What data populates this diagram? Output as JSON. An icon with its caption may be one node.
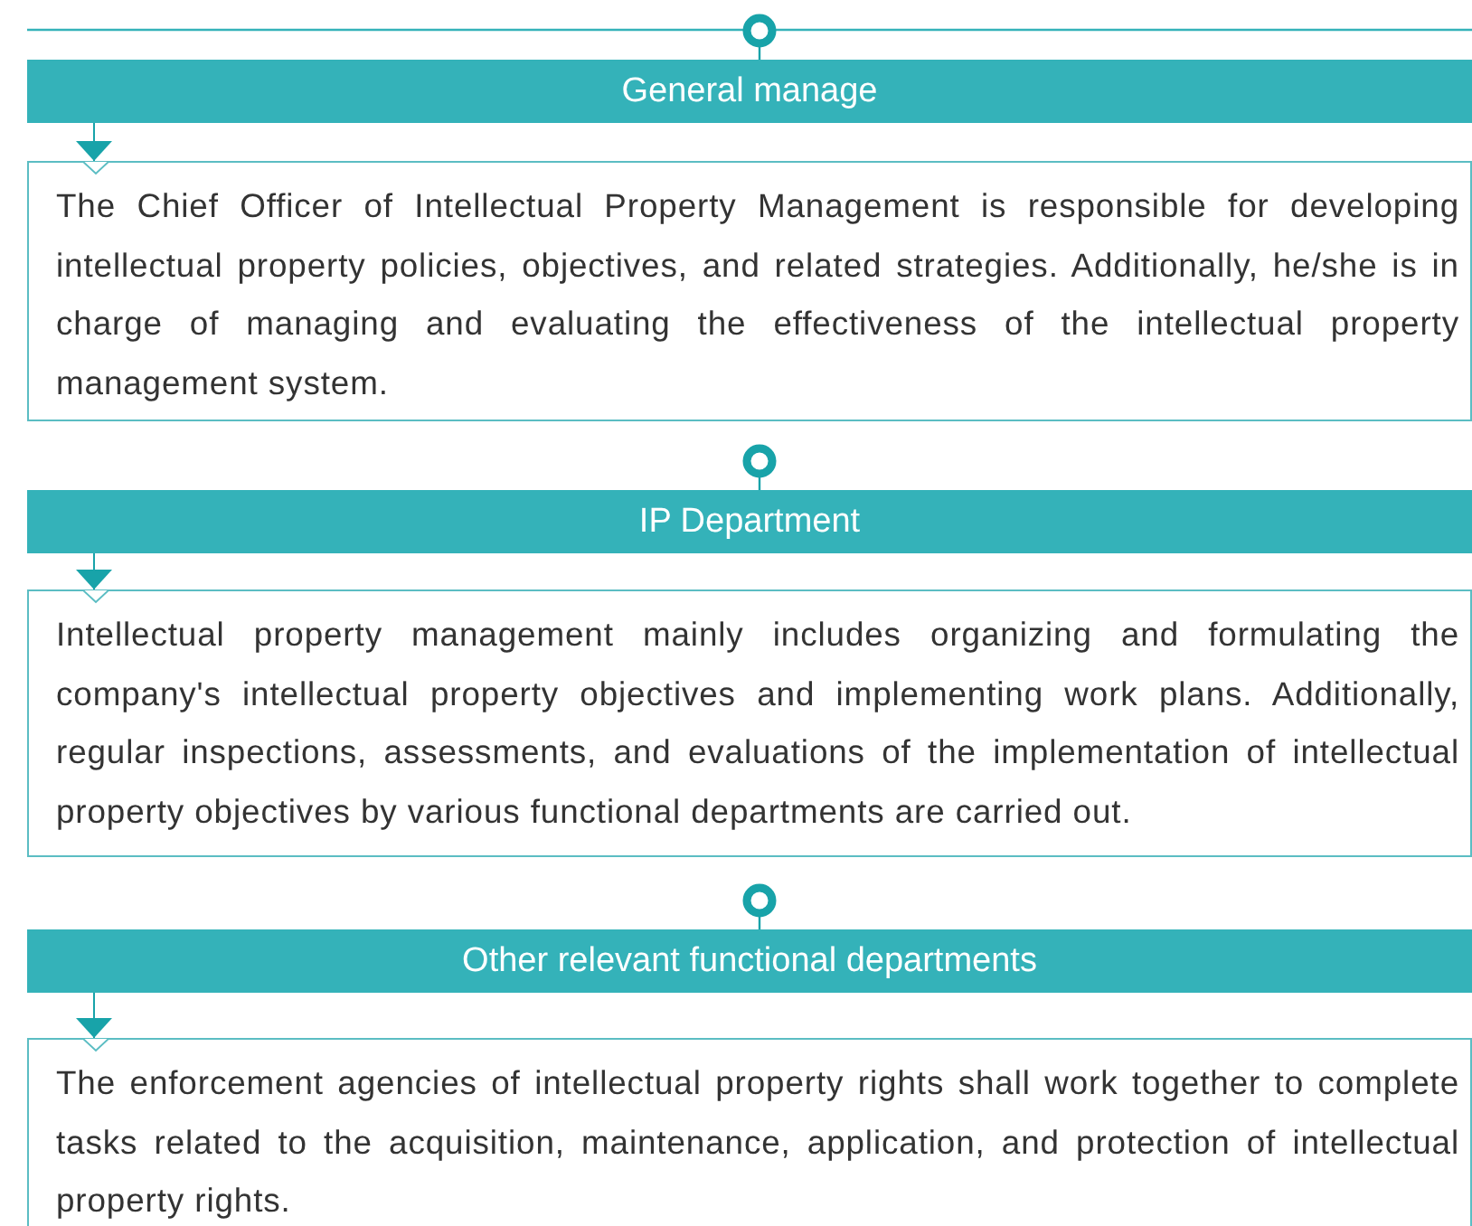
{
  "diagram": {
    "nodes": [
      {
        "text": [
          "General manage"
        ]
      },
      {
        "text": [
          "The Chief Officer of Intellectual Property Management is responsible for developing intellectual property policies, objectives, and related strategies. Additionally, he/she is in charge of managing and evaluating the effectiveness of the intellectual property management system."
        ]
      },
      {
        "text": [
          "IP Department"
        ]
      },
      {
        "text": [
          "Intellectual property management mainly includes organizing and formulating the company's intellectual property objectives and implementing work plans. Additionally, regular inspections, assessments, and evaluations of the implementation of intellectual property objectives by various functional departments are carried out."
        ]
      },
      {
        "text": [
          "Other relevant functional departments"
        ]
      },
      {
        "text": [
          "The enforcement agencies of intellectual property rights shall work together to complete tasks related to the acquisition, maintenance, application, and protection of intellectual property rights."
        ]
      }
    ],
    "edges": [
      {
        "from": 0,
        "to": 1,
        "arrow": "to"
      },
      {
        "from": 2,
        "to": 3,
        "arrow": "to"
      },
      {
        "from": 4,
        "to": 5,
        "arrow": "to"
      }
    ]
  }
}
